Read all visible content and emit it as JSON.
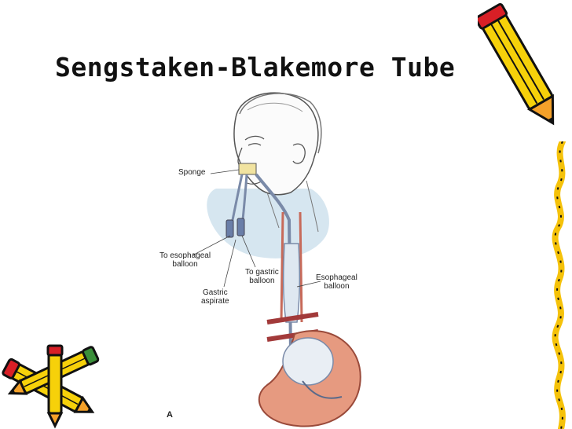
{
  "slide": {
    "title": "Sengstaken-Blakemore Tube"
  },
  "diagram": {
    "labels": {
      "sponge": "Sponge",
      "to_esophageal_balloon": "To esophageal\nballoon",
      "to_gastric_balloon": "To gastric\nballoon",
      "gastric_aspirate": "Gastric\naspirate",
      "esophageal_balloon": "Esophageal\nballoon"
    },
    "panel_letter": "A"
  },
  "decorations": {
    "top_right": "pencil-clipart",
    "bottom_left": "crossed-pencils-clipart",
    "right_border": "hand-drawn-squiggle-border"
  },
  "colors": {
    "title": "#111111",
    "pencil_yellow": "#f6d10a",
    "pencil_orange": "#f4a12a",
    "pencil_red": "#d81f26",
    "patient_gown": "#d6e6f0",
    "stomach": "#e69a80",
    "tube": "#7a8aa8",
    "border_squiggle": "#f5c20a"
  }
}
